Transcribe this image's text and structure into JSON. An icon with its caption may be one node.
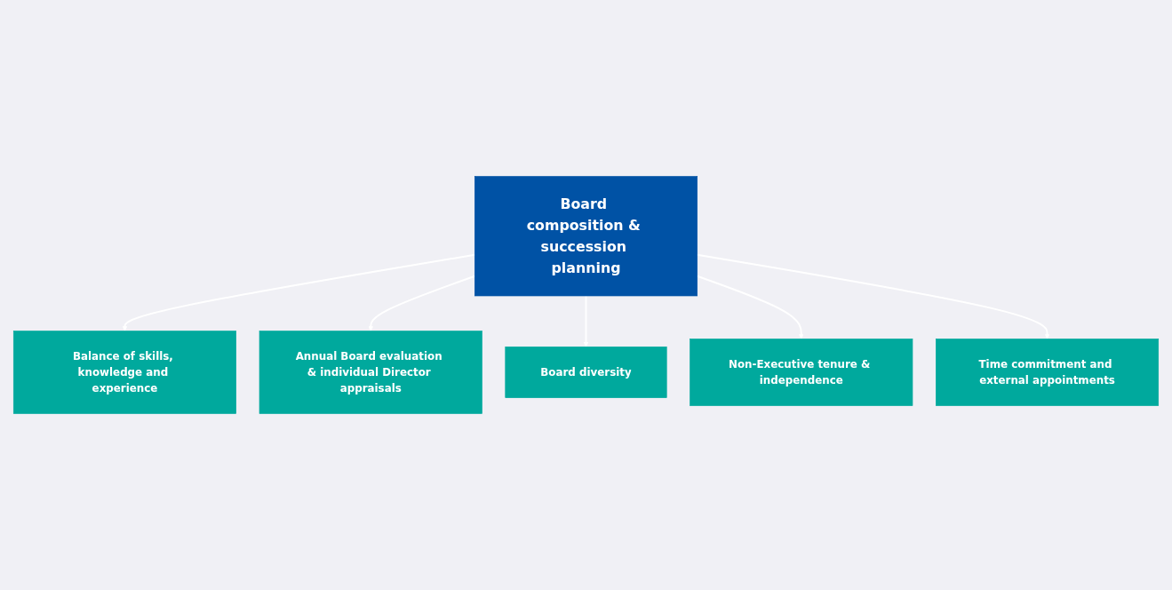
{
  "diagram": {
    "nodes": [
      {
        "text": [
          "Balance of skills, knowledge and experience"
        ]
      },
      {
        "text": [
          "Annual Board evaluation & individual Director appraisals"
        ]
      },
      {
        "text": [
          "Board composition & succession planning"
        ]
      },
      {
        "text": [
          "Board diversity"
        ]
      },
      {
        "text": [
          "Non-Executive tenure & independence"
        ]
      },
      {
        "text": [
          "Time commitment and external appointments"
        ]
      }
    ],
    "edges": [
      {
        "from": 2,
        "to": 0,
        "arrow": "to"
      },
      {
        "from": 2,
        "to": 1,
        "arrow": "to"
      },
      {
        "from": 2,
        "to": 3,
        "arrow": "to"
      },
      {
        "from": 2,
        "to": 4,
        "arrow": "to"
      },
      {
        "from": 2,
        "to": 5,
        "arrow": "to"
      }
    ]
  }
}
